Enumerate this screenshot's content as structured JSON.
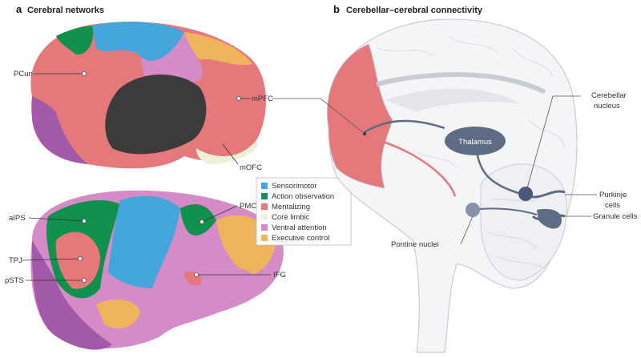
{
  "panel_a": {
    "letter": "a",
    "title": "Cerebral networks"
  },
  "panel_b": {
    "letter": "b",
    "title": "Cerebellar–cerebral connectivity"
  },
  "legend": [
    {
      "label": "Sensorimotor",
      "color": "#45a6dc"
    },
    {
      "label": "Action observation",
      "color": "#12904e"
    },
    {
      "label": "Mentalizing",
      "color": "#e5787a"
    },
    {
      "label": "Core limbic",
      "color": "#eef0d8"
    },
    {
      "label": "Ventral attention",
      "color": "#d48bc7"
    },
    {
      "label": "Executive control",
      "color": "#f0b45c"
    }
  ],
  "labels_a": {
    "pcun": "PCun",
    "mpfc": "mPFC",
    "mofc": "mOFC",
    "aips": "aIPS",
    "pmc": "PMC",
    "tpj": "TPJ",
    "psts": "pSTS",
    "ifg": "IFG"
  },
  "labels_b": {
    "thalamus": "Thalamus",
    "cerebellar_nucleus_1": "Cerebellar",
    "cerebellar_nucleus_2": "nucleus",
    "purkinje_1": "Purkinje",
    "purkinje_2": "cells",
    "granule": "Granule cells",
    "pontine": "Pontine nuclei"
  }
}
